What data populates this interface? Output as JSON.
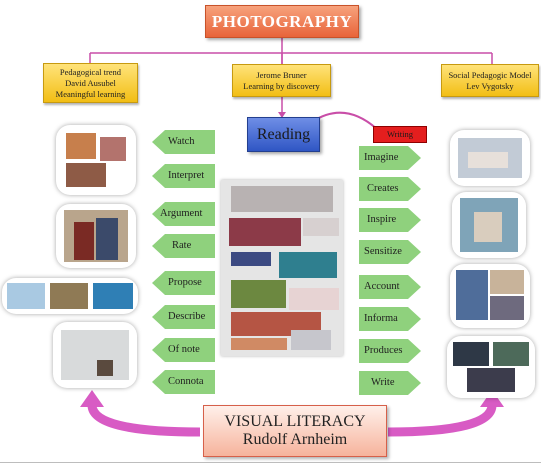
{
  "title": "PHOTOGRAPHY",
  "theories": [
    {
      "lines": [
        "Pedagogical trend",
        "David Ausubel",
        "Meaningful learning"
      ]
    },
    {
      "lines": [
        "Jerome Bruner",
        "Learning by discovery"
      ]
    },
    {
      "lines": [
        "Social Pedagogic Model",
        "Lev Vygotsky"
      ]
    }
  ],
  "reading_label": "Reading",
  "writing_label": "Writing",
  "reading_actions": [
    "Watch",
    "Interpret",
    "Argument",
    "Rate",
    "Propose",
    "Describe",
    "Of note",
    "Connota"
  ],
  "writing_actions": [
    "Imagine",
    "Creates",
    "Inspire",
    "Sensitize",
    "Account",
    "Informa",
    "Produces",
    "Write"
  ],
  "visual_literacy": {
    "line1": "VISUAL LITERACY",
    "line2": "Rudolf Arnheim"
  },
  "colors": {
    "title_orange": "#e8643a",
    "theory_yellow": "#f2be14",
    "connector_magenta": "#c94ea8",
    "reading_blue": "#2f56c4",
    "writing_red": "#e41e1e",
    "arrow_green": "#8fd17d",
    "bottom_arrow_pink": "#d85bc4"
  }
}
